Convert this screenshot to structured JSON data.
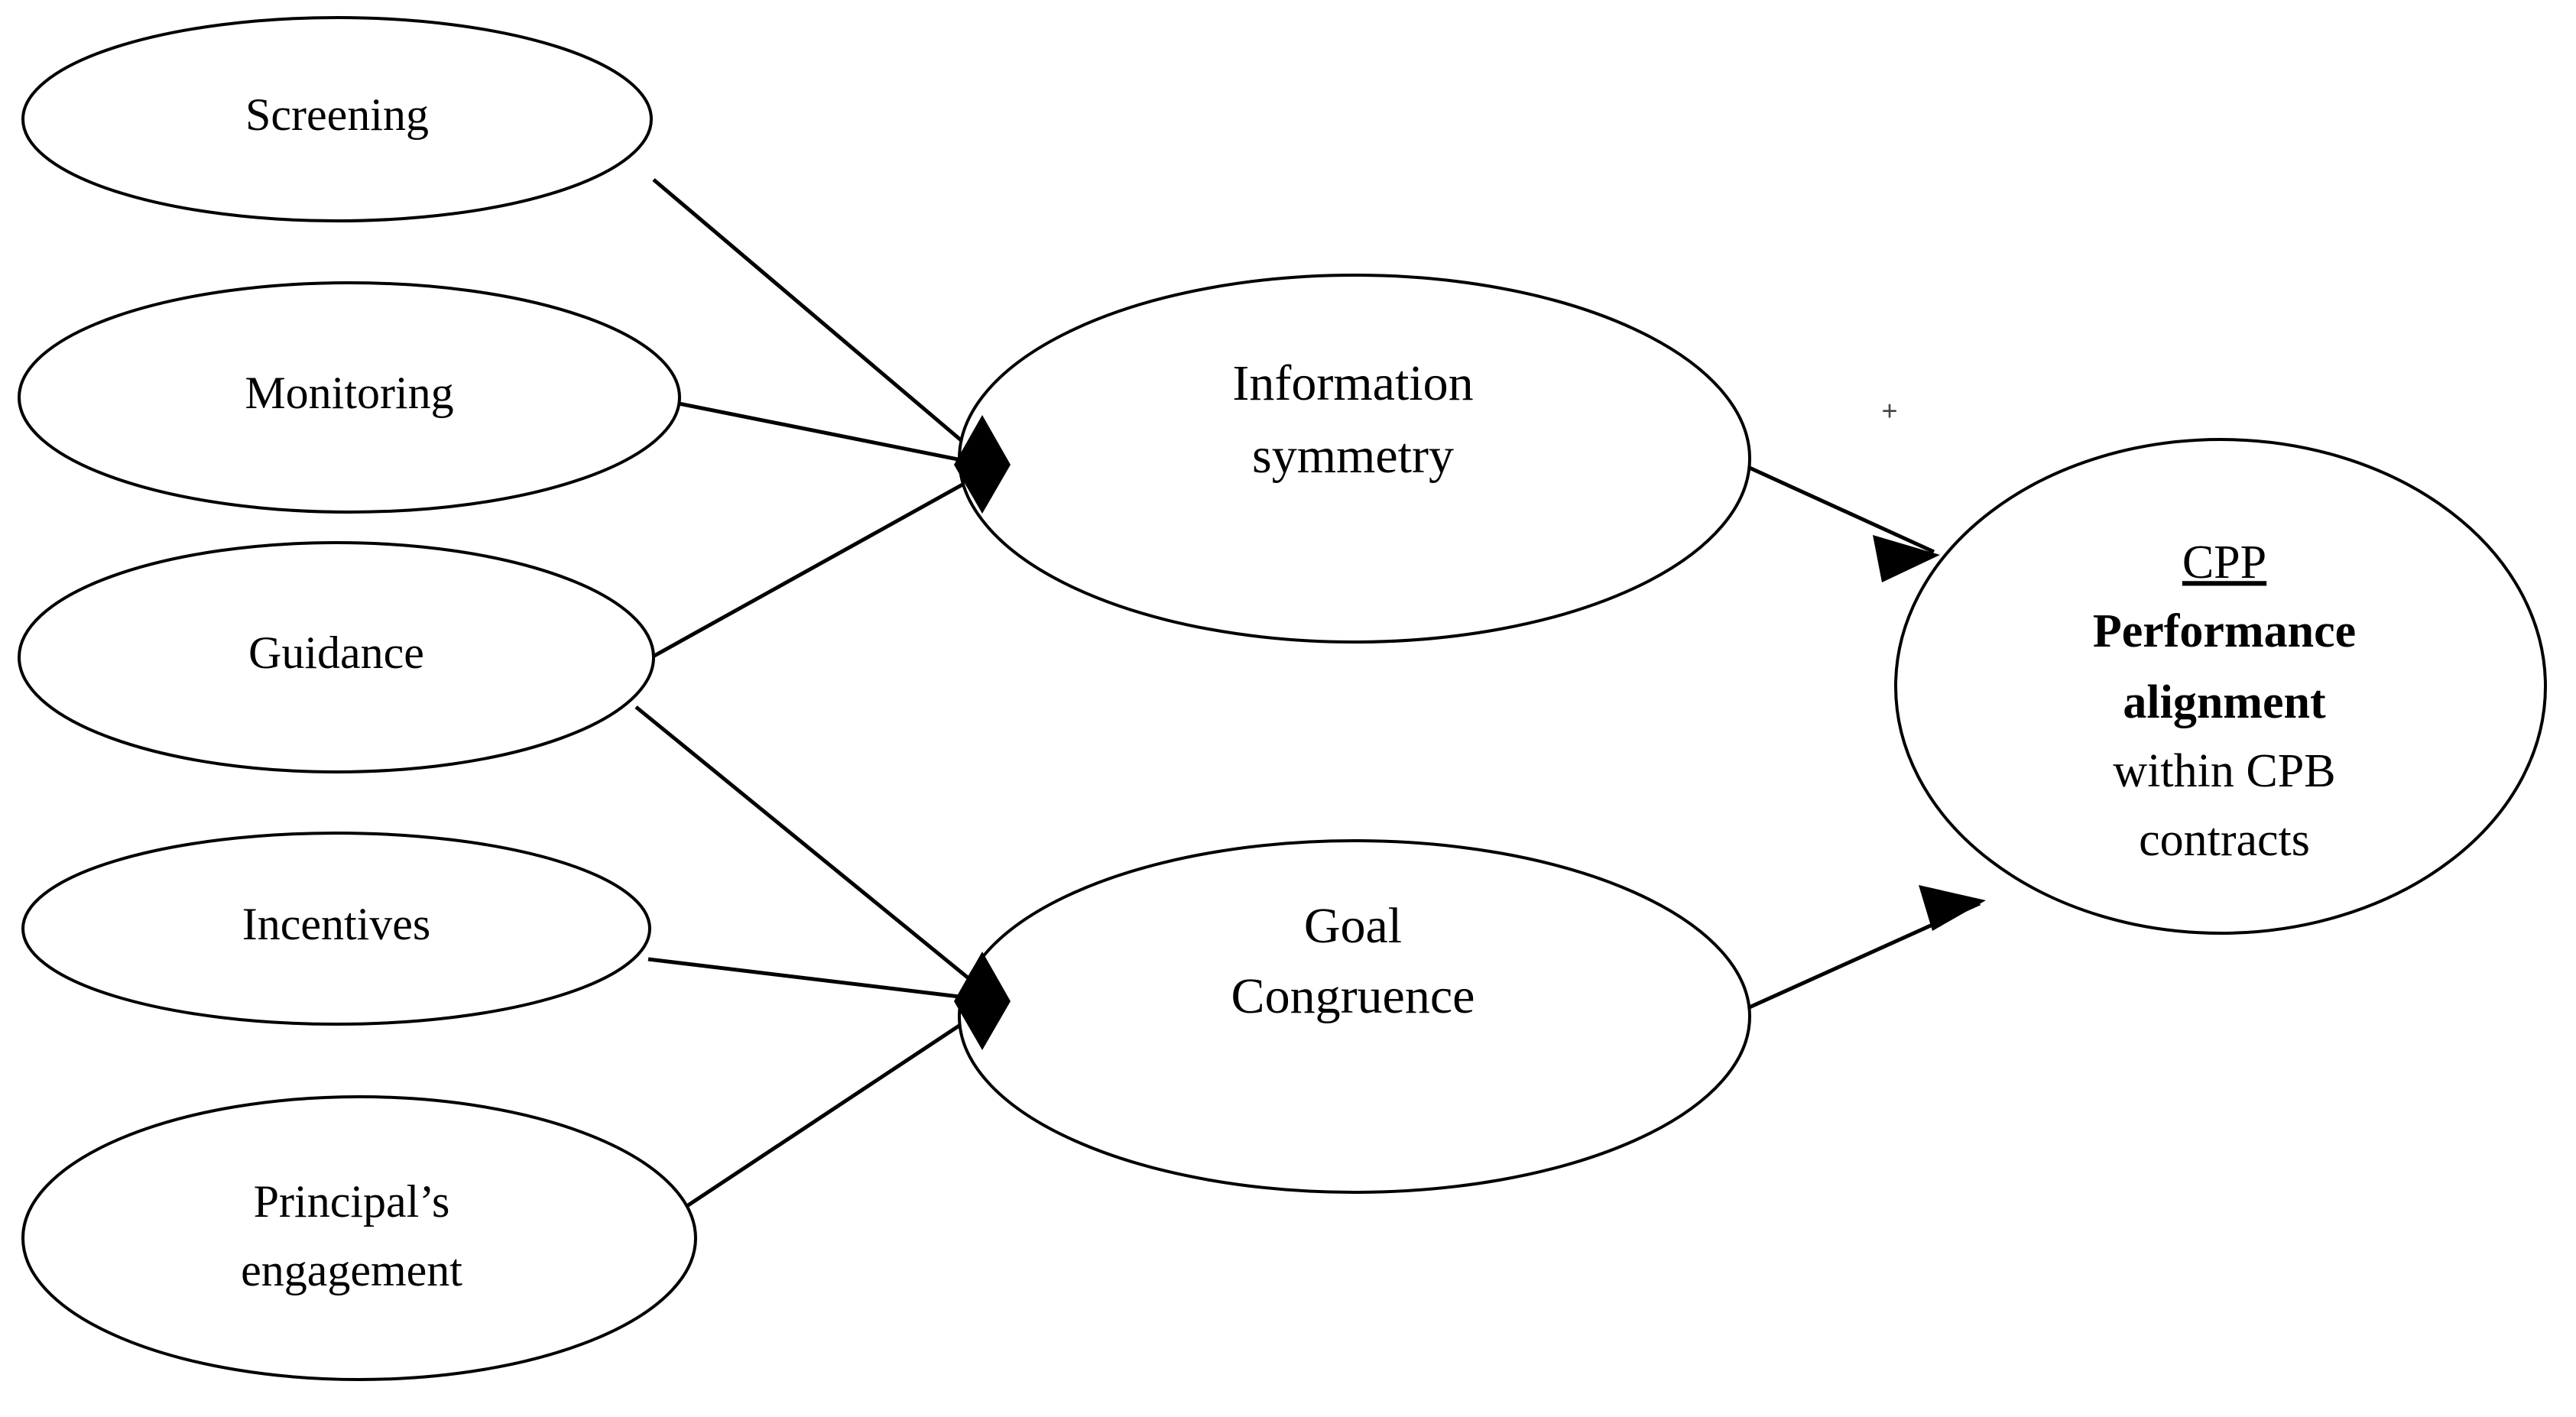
{
  "diagram": {
    "type": "conceptual-framework",
    "background_color": "#ffffff",
    "line_color": "#000000",
    "nodes": {
      "antecedents": [
        {
          "id": "screening",
          "label": "Screening"
        },
        {
          "id": "monitoring",
          "label": "Monitoring"
        },
        {
          "id": "guidance",
          "label": "Guidance"
        },
        {
          "id": "incentives",
          "label": "Incentives"
        },
        {
          "id": "principals-engagement",
          "label": "Principal’s engagement"
        }
      ],
      "mediators": [
        {
          "id": "information-symmetry",
          "line1": "Information",
          "line2": "symmetry"
        },
        {
          "id": "goal-congruence",
          "line1": "Goal",
          "line2": "Congruence"
        }
      ],
      "outcome": {
        "id": "cpp-performance-alignment",
        "heading": "CPP",
        "bold_line1": "Performance",
        "bold_line2": "alignment",
        "plain_line1": "within CPB",
        "plain_line2": "contracts"
      }
    },
    "annotations": [
      {
        "id": "positive-sign",
        "symbol": "+"
      }
    ],
    "edges": [
      {
        "from": "screening",
        "to": "information-symmetry",
        "marker": "diamond"
      },
      {
        "from": "monitoring",
        "to": "information-symmetry",
        "marker": "diamond"
      },
      {
        "from": "guidance",
        "to": "information-symmetry",
        "marker": "diamond"
      },
      {
        "from": "guidance",
        "to": "goal-congruence",
        "marker": "diamond"
      },
      {
        "from": "incentives",
        "to": "goal-congruence",
        "marker": "diamond"
      },
      {
        "from": "principals-engagement",
        "to": "goal-congruence",
        "marker": "diamond"
      },
      {
        "from": "information-symmetry",
        "to": "cpp-performance-alignment",
        "marker": "arrow"
      },
      {
        "from": "goal-congruence",
        "to": "cpp-performance-alignment",
        "marker": "arrow"
      }
    ]
  }
}
